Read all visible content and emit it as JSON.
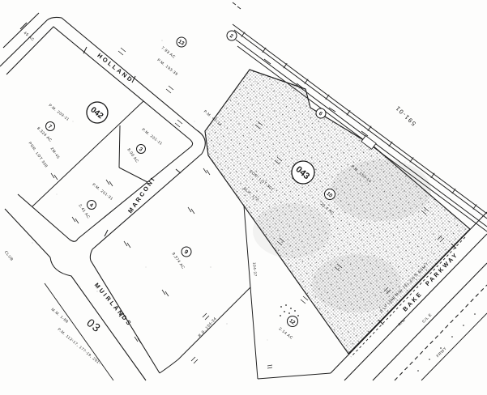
{
  "streets": {
    "holland": "HOLLAND",
    "marconi": "MARCONI",
    "muirlands": "MUIRLANDS",
    "bake": "BAKE",
    "parkway": "PARKWAY"
  },
  "corridor": {
    "ref": "591-01"
  },
  "blocks": {
    "block_042": "042",
    "block_043": "043",
    "area_03": "03"
  },
  "shaded": {
    "lot": "POR. LOT 302",
    "block": "BLK. 172",
    "p10": "10",
    "p10_area": "20.4 AC",
    "p10_ref": "P.M. 152-14",
    "p6": "6",
    "corner_ref": "P.M. 45-14",
    "esmt": "S'LY LINE R/W TEL CO'S ESM'T"
  },
  "parcels": {
    "p2": {
      "num": "2"
    },
    "p3": {
      "num": "3",
      "area": "8.00 AC",
      "ref": "P.M. 201-11"
    },
    "p4": {
      "num": "4",
      "area": "2.41 AC",
      "ref": "P.M. 201-31"
    },
    "p7": {
      "num": "7",
      "area": "8.324 AC",
      "ref": "P.M. 209-11"
    },
    "p9": {
      "num": "9",
      "area": "9.374 AC"
    },
    "p12": {
      "num": "12",
      "area": "2.14 AC"
    },
    "p13": {
      "num": "13",
      "area": "7.93 AC",
      "ref": "P.M. 193-39"
    }
  },
  "lot_refs": {
    "lot308": "POR. LOT 308",
    "map2m": "2M-45",
    "corner_area": "45 AC",
    "rs1": "104-37",
    "rs2": "R.S. 104-34"
  },
  "margin": {
    "mm": "M.M. 1-88",
    "pm": "P.M. 112-17, 177-19, 201-",
    "club": "CLUB"
  },
  "row": {
    "rw": "R/W",
    "cl": "C/L E",
    "frwy": "FRWY"
  }
}
